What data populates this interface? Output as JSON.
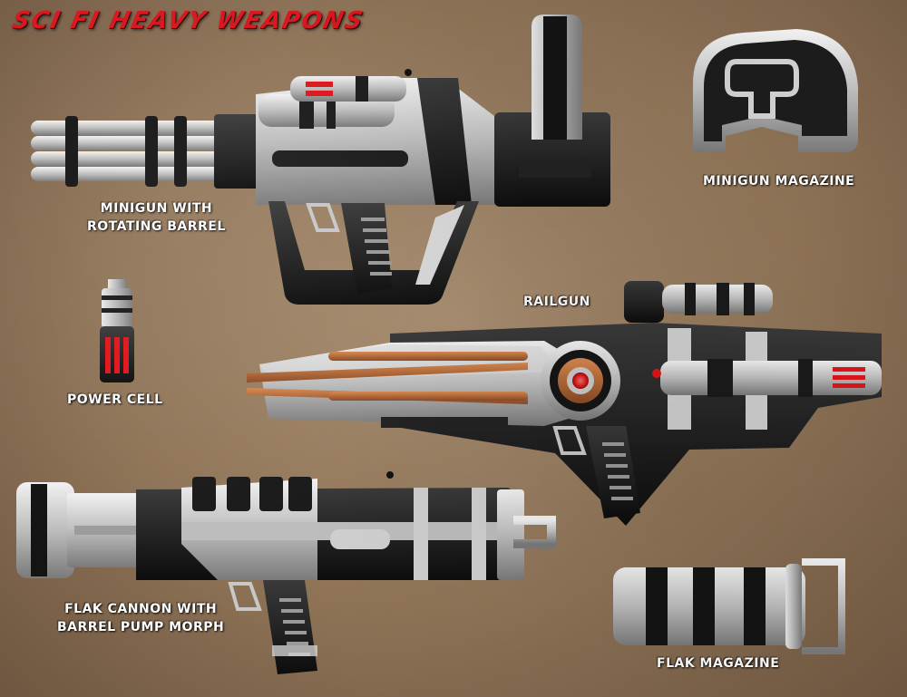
{
  "title": "SCI FI HEAVY WEAPONS",
  "labels": {
    "minigun": [
      "MINIGUN WITH",
      "ROTATING BARREL"
    ],
    "minigun_magazine": "MINIGUN MAGAZINE",
    "power_cell": "POWER CELL",
    "railgun": "RAILGUN",
    "flak_cannon": [
      "FLAK CANNON WITH",
      "BARREL PUMP MORPH"
    ],
    "flak_magazine": "FLAK MAGAZINE"
  },
  "colors": {
    "title": "#d8131b",
    "background": "#8f7457",
    "metal": "#c9c9c9",
    "black": "#1a1a1a",
    "accent_red": "#e0141a",
    "copper": "#b86a3a"
  }
}
